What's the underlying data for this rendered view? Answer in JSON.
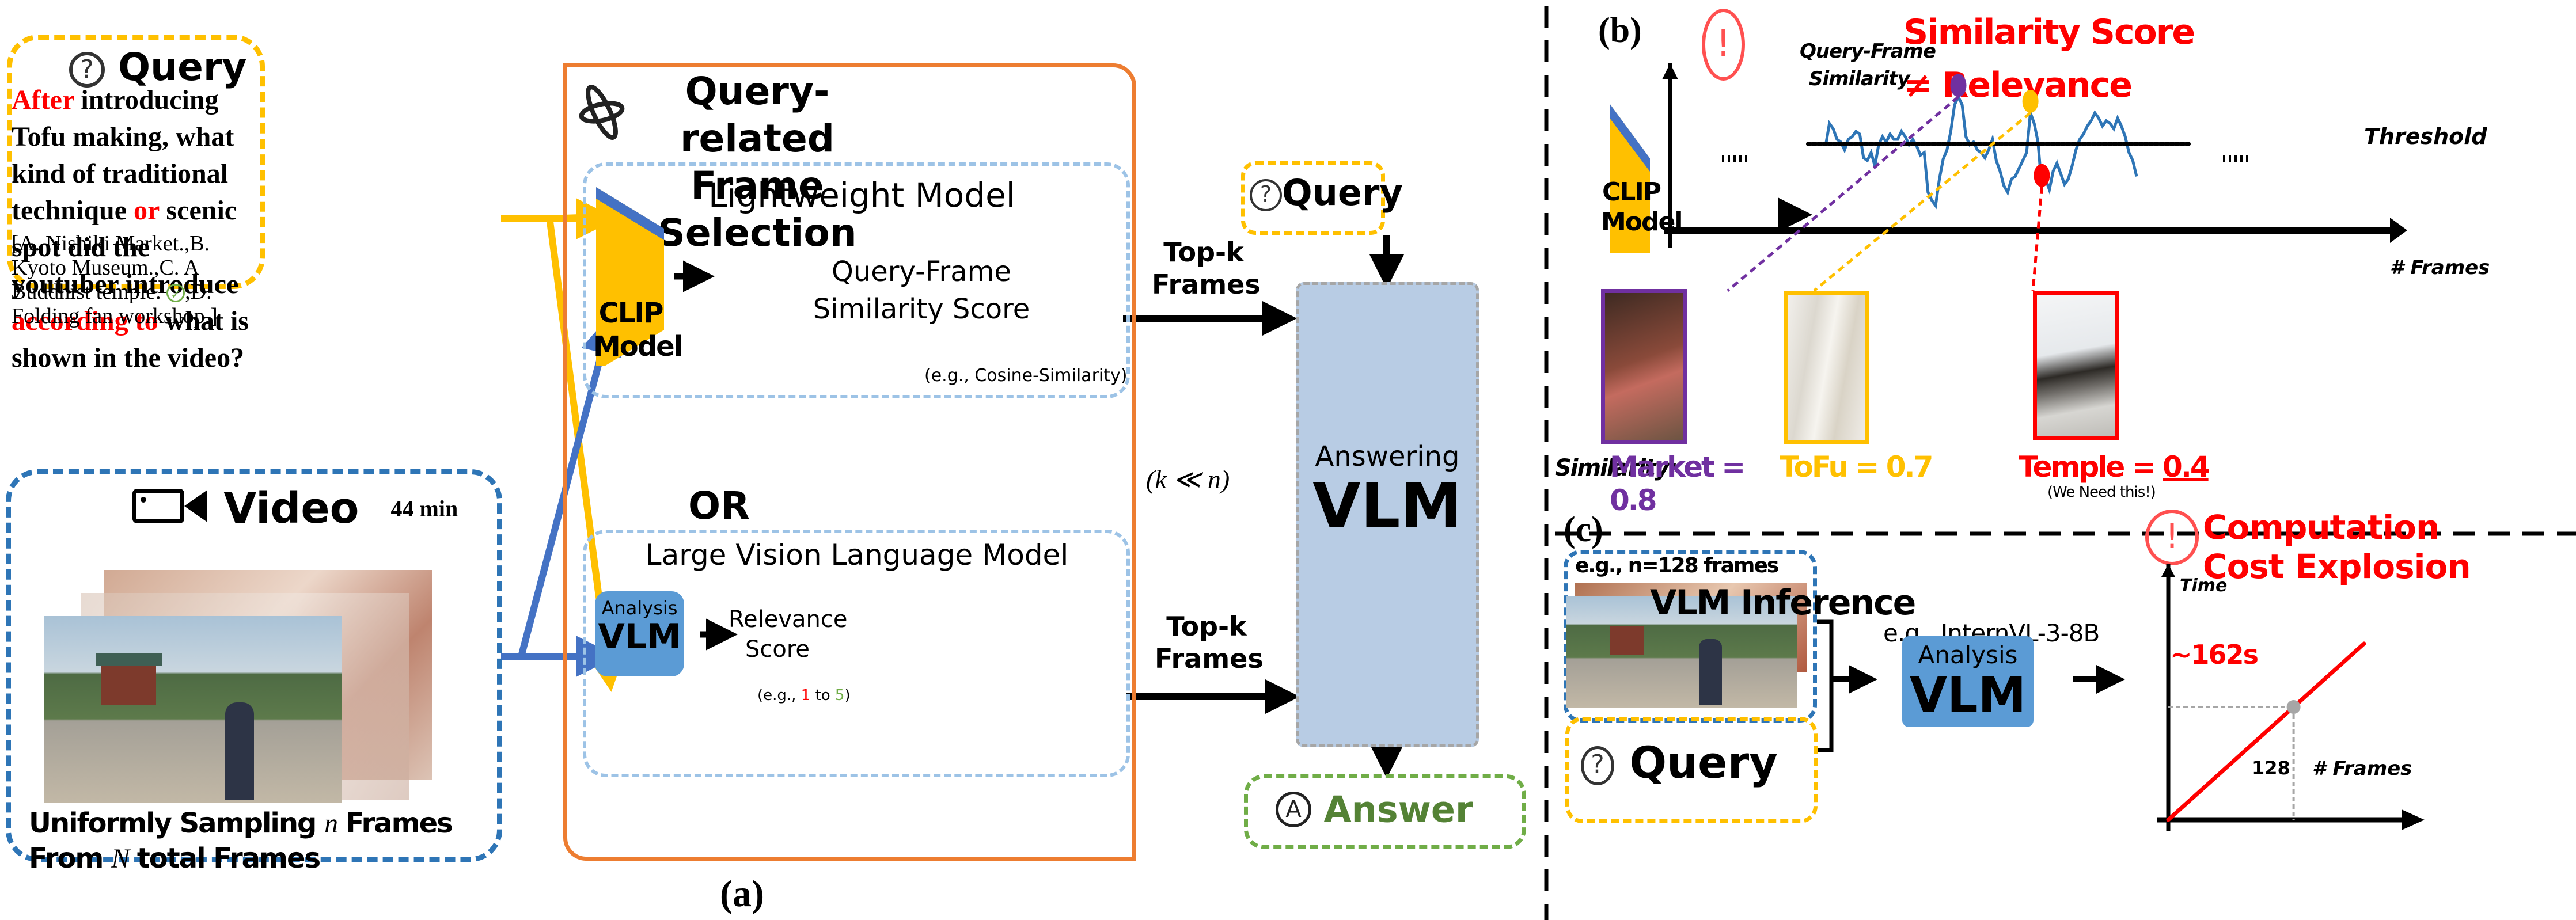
{
  "panel_a": {
    "label": "(a)",
    "query_box": {
      "title": "Query",
      "question_segments": [
        {
          "text": "After",
          "color": "#ff0000"
        },
        {
          "text": " introducing Tofu making, what kind of traditional technique ",
          "color": "#000000"
        },
        {
          "text": "or",
          "color": "#ff0000"
        },
        {
          "text": " scenic spot did the youtuber introduce ",
          "color": "#000000"
        },
        {
          "text": "according to",
          "color": "#ff0000"
        },
        {
          "text": " what is shown in the video?",
          "color": "#000000"
        }
      ],
      "options_part1": "[A. Nishiki Market.,B. Kyoto Museum.,C. A Buddhist temple.",
      "options_part2": ",D. Folding fan workshop.]",
      "correct_icon": "check-circle-icon"
    },
    "video_box": {
      "title": "Video",
      "duration": "44 min",
      "caption_line1_pre": "Uniformly Sampling ",
      "caption_line1_var": "n",
      "caption_line1_post": " Frames",
      "caption_line2_pre": "From ",
      "caption_line2_var": "N",
      "caption_line2_post": " total Frames"
    },
    "frame_selection": {
      "title_line1": "Query-related",
      "title_line2": "Frame Selection",
      "lightweight": {
        "title": "Lightweight Model",
        "model_line1": "CLIP",
        "model_line2": "Model",
        "score_line1": "Query-Frame",
        "score_line2": "Similarity Score",
        "example": "(e.g., Cosine-Similarity)"
      },
      "or_label": "OR",
      "lvlm": {
        "title": "Large Vision Language Model",
        "model_line1": "Analysis",
        "model_line2": "VLM",
        "score_line1": "Relevance",
        "score_line2": "Score",
        "example_pre": "(e.g., ",
        "example_low": "1",
        "example_mid": " to ",
        "example_high": "5",
        "example_post": ")"
      }
    },
    "topk_upper_line1": "Top-k",
    "topk_upper_line2": "Frames",
    "topk_lower_line1": "Top-k",
    "topk_lower_line2": "Frames",
    "k_note": "(k ≪ n)",
    "query_small": "Query",
    "answering_vlm_line1": "Answering",
    "answering_vlm_line2": "VLM",
    "answer": "Answer"
  },
  "panel_b": {
    "label": "(b)",
    "model_line1": "CLIP",
    "model_line2": "Model",
    "y_axis_line1": "Query-Frame",
    "y_axis_line2": "Similarity",
    "x_axis": "# Frames",
    "threshold": "Threshold",
    "warning_line1": "Similarity Score",
    "warning_line2": "≠ Relevance",
    "similarity_label": "Similarity:",
    "frames": [
      {
        "name": "Market",
        "value": "0.8",
        "color": "#7030a0"
      },
      {
        "name": "ToFu",
        "value": "0.7",
        "color": "#ffc000"
      },
      {
        "name": "Temple",
        "value": "0.4",
        "color": "#ff0000"
      }
    ],
    "note": "(We Need this!)"
  },
  "panel_c": {
    "label": "(c)",
    "frames_label": "e.g., n=128 frames",
    "inference_title": "VLM Inference",
    "inference_example": "e.g., InternVL-3-8B",
    "model_line1": "Analysis",
    "model_line2": "VLM",
    "query": "Query",
    "warning_line1": "Computation",
    "warning_line2": "Cost Explosion",
    "y_axis": "Time",
    "x_axis": "# Frames",
    "x_tick": "128",
    "y_annotation": "~162s"
  },
  "colors": {
    "query_yellow": "#ffc000",
    "video_blue": "#2e75b6",
    "selection_orange": "#ed7d31",
    "inner_dash_blue": "#9dc3e6",
    "vlm_blue": "#5b9bd5",
    "answering_fill": "#b8cce4",
    "answer_green": "#70ad47",
    "answer_text_green": "#548235",
    "clip_blue": "#4472c4",
    "warning_red": "#ff0000",
    "curve_blue": "#2e75b6"
  },
  "chart_data": [
    {
      "type": "line",
      "title": "Query-Frame Similarity",
      "xlabel": "# Frames",
      "ylabel": "Query-Frame Similarity",
      "annotations": [
        "Threshold",
        "Market = 0.8",
        "ToFu = 0.7",
        "Temple = 0.4"
      ],
      "series": [
        {
          "name": "similarity",
          "values": [
            0.55,
            0.72,
            0.68,
            0.6,
            0.58,
            0.52,
            0.6,
            0.62,
            0.66,
            0.64,
            0.46,
            0.44,
            0.5,
            0.4,
            0.56,
            0.62,
            0.58,
            0.64,
            0.6,
            0.6,
            0.66,
            0.62,
            0.56,
            0.6,
            0.55,
            0.48,
            0.5,
            0.2,
            0.14,
            0.1,
            0.3,
            0.45,
            0.52,
            0.66,
            0.86,
            0.92,
            0.86,
            0.62,
            0.56,
            0.58,
            0.52,
            0.5,
            0.46,
            0.52,
            0.6,
            0.44,
            0.36,
            0.25,
            0.2,
            0.3,
            0.32,
            0.38,
            0.44,
            0.5,
            0.8,
            0.72,
            0.58,
            0.24,
            0.3,
            0.22,
            0.36,
            0.42,
            0.34,
            0.26,
            0.3,
            0.4,
            0.52,
            0.6,
            0.64,
            0.7,
            0.74,
            0.8,
            0.76,
            0.7,
            0.74,
            0.72,
            0.68,
            0.76,
            0.7,
            0.62,
            0.5,
            0.44,
            0.32
          ]
        }
      ],
      "threshold": 0.6
    },
    {
      "type": "line",
      "title": "Computation Cost Explosion",
      "xlabel": "# Frames",
      "ylabel": "Time",
      "x": [
        0,
        128,
        200
      ],
      "series": [
        {
          "name": "inference time",
          "values": [
            0,
            162,
            253
          ]
        }
      ],
      "annotations": [
        "~162s"
      ],
      "x_ticks": [
        "128"
      ]
    }
  ]
}
